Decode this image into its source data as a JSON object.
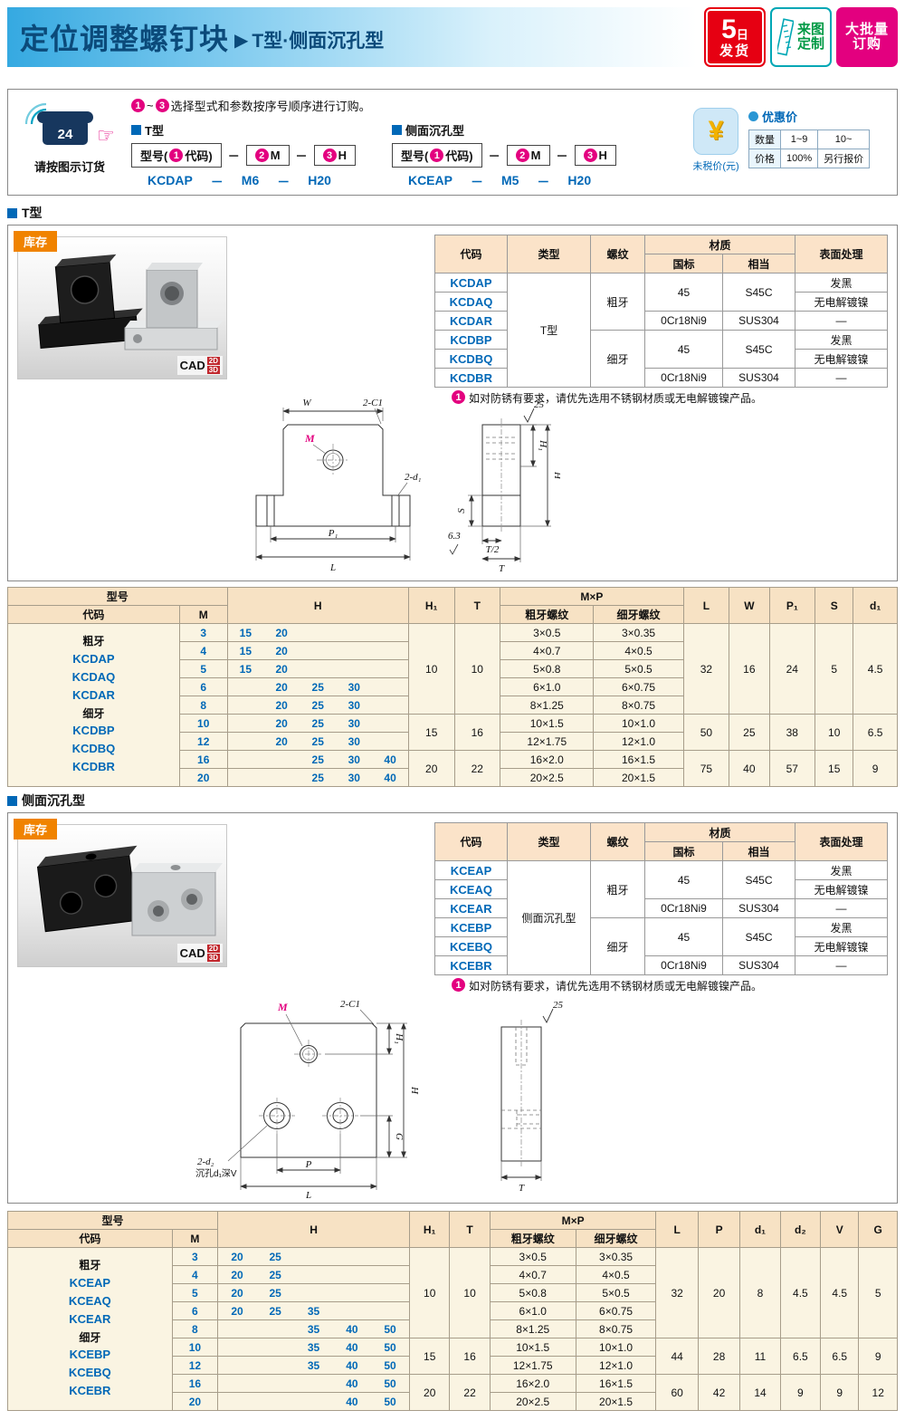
{
  "header": {
    "title": "定位调整螺钉块",
    "arrow": "▶",
    "subtitle": "T型·侧面沉孔型",
    "badges": {
      "ship_num": "5",
      "ship_day": "日",
      "ship_label": "发货",
      "custom_line1": "来图",
      "custom_line2": "定制",
      "bulk_line1": "大批量",
      "bulk_line2": "订购"
    }
  },
  "order": {
    "phone_24": "24",
    "phone_label": "请按图示订货",
    "c1": "1",
    "c2": "2",
    "c3": "3",
    "tilde": "~",
    "instruction": "选择型式和参数按序号顺序进行订购。",
    "t_label": "T型",
    "side_label": "侧面沉孔型",
    "formula_model_pre": "型号(",
    "formula_model_mid": "代码)",
    "formula_m": "M",
    "formula_h": "H",
    "dash": "－",
    "t_example": {
      "code": "KCDAP",
      "m": "M6",
      "h": "H20"
    },
    "side_example": {
      "code": "KCEAP",
      "m": "M5",
      "h": "H20"
    },
    "yen": "¥",
    "untaxed": "未税价(元)",
    "discount": "优惠价",
    "price_table": {
      "qty_label": "数量",
      "qty1": "1~9",
      "qty2": "10~",
      "price_label": "价格",
      "price1": "100%",
      "price2": "另行报价"
    }
  },
  "stock_label": "库存",
  "cad": {
    "label": "CAD",
    "d2": "2D",
    "d3": "3D"
  },
  "note_num": "1",
  "note": "如对防锈有要求，请优先选用不锈钢材质或无电解镀镍产品。",
  "sections": {
    "t_heading": "T型",
    "side_heading": "侧面沉孔型"
  },
  "spec_headers": {
    "code": "代码",
    "type": "类型",
    "thread": "螺纹",
    "material": "材质",
    "gb": "国标",
    "equiv": "相当",
    "surface": "表面处理"
  },
  "spec1": {
    "type": "T型",
    "coarse": "粗牙",
    "fine": "细牙",
    "mat_a_gb": "45",
    "mat_a_eq": "S45C",
    "mat_b_gb": "0Cr18Ni9",
    "mat_b_eq": "SUS304",
    "rows": [
      {
        "code": "KCDAP",
        "surface": "发黑"
      },
      {
        "code": "KCDAQ",
        "surface": "无电解镀镍"
      },
      {
        "code": "KCDAR",
        "surface": "—"
      },
      {
        "code": "KCDBP",
        "surface": "发黑"
      },
      {
        "code": "KCDBQ",
        "surface": "无电解镀镍"
      },
      {
        "code": "KCDBR",
        "surface": "—"
      }
    ]
  },
  "spec2": {
    "type": "侧面沉孔型",
    "coarse": "粗牙",
    "fine": "细牙",
    "mat_a_gb": "45",
    "mat_a_eq": "S45C",
    "mat_b_gb": "0Cr18Ni9",
    "mat_b_eq": "SUS304",
    "rows": [
      {
        "code": "KCEAP",
        "surface": "发黑"
      },
      {
        "code": "KCEAQ",
        "surface": "无电解镀镍"
      },
      {
        "code": "KCEAR",
        "surface": "—"
      },
      {
        "code": "KCEBP",
        "surface": "发黑"
      },
      {
        "code": "KCEBQ",
        "surface": "无电解镀镍"
      },
      {
        "code": "KCEBR",
        "surface": "—"
      }
    ]
  },
  "drawing1": {
    "w": "W",
    "c1": "2-C1",
    "m": "M",
    "d1": "2-d₁",
    "p1": "P₁",
    "l": "L",
    "h1": "H₁",
    "h": "H",
    "s": "S",
    "t_half": "T/2",
    "t": "T",
    "rough_top": "25",
    "rough_side": "6.3"
  },
  "drawing2": {
    "m": "M",
    "c1": "2-C1",
    "h1": "H₁",
    "h": "H",
    "g": "G",
    "p": "P",
    "l": "L",
    "d2": "2-d₂",
    "cbore": "沉孔d₁深V",
    "t": "T",
    "rough_top": "25"
  },
  "dim_headers": {
    "model": "型号",
    "code": "代码",
    "m": "M",
    "h": "H",
    "h1": "H₁",
    "t": "T",
    "mxp": "M×P",
    "coarse_col": "粗牙螺纹",
    "fine_col": "细牙螺纹",
    "l": "L",
    "w": "W",
    "p1": "P₁",
    "s": "S",
    "d1": "d₁",
    "p": "P",
    "d2": "d₂",
    "v": "V",
    "g": "G"
  },
  "dim1": {
    "code_lines": [
      "粗牙",
      "KCDAP",
      "KCDAQ",
      "KCDAR",
      "细牙",
      "KCDBP",
      "KCDBQ",
      "KCDBR"
    ],
    "rows": [
      {
        "m": "3",
        "h": [
          "15",
          "20",
          "",
          "",
          ""
        ],
        "coarse": "3×0.5",
        "fine": "3×0.35"
      },
      {
        "m": "4",
        "h": [
          "15",
          "20",
          "",
          "",
          ""
        ],
        "coarse": "4×0.7",
        "fine": "4×0.5"
      },
      {
        "m": "5",
        "h": [
          "15",
          "20",
          "",
          "",
          ""
        ],
        "coarse": "5×0.8",
        "fine": "5×0.5"
      },
      {
        "m": "6",
        "h": [
          "",
          "20",
          "25",
          "30",
          ""
        ],
        "coarse": "6×1.0",
        "fine": "6×0.75"
      },
      {
        "m": "8",
        "h": [
          "",
          "20",
          "25",
          "30",
          ""
        ],
        "coarse": "8×1.25",
        "fine": "8×0.75"
      },
      {
        "m": "10",
        "h": [
          "",
          "20",
          "25",
          "30",
          ""
        ],
        "coarse": "10×1.5",
        "fine": "10×1.0"
      },
      {
        "m": "12",
        "h": [
          "",
          "20",
          "25",
          "30",
          ""
        ],
        "coarse": "12×1.75",
        "fine": "12×1.0"
      },
      {
        "m": "16",
        "h": [
          "",
          "",
          "25",
          "30",
          "40"
        ],
        "coarse": "16×2.0",
        "fine": "16×1.5"
      },
      {
        "m": "20",
        "h": [
          "",
          "",
          "25",
          "30",
          "40"
        ],
        "coarse": "20×2.5",
        "fine": "20×1.5"
      }
    ],
    "group_cols": [
      "h1",
      "t"
    ],
    "tail_cols": [
      "l",
      "w",
      "p1",
      "s",
      "d1"
    ],
    "groups": [
      {
        "span": 5,
        "h1": "10",
        "t": "10",
        "l": "32",
        "w": "16",
        "p1": "24",
        "s": "5",
        "d1": "4.5"
      },
      {
        "span": 2,
        "h1": "15",
        "t": "16",
        "l": "50",
        "w": "25",
        "p1": "38",
        "s": "10",
        "d1": "6.5"
      },
      {
        "span": 2,
        "h1": "20",
        "t": "22",
        "l": "75",
        "w": "40",
        "p1": "57",
        "s": "15",
        "d1": "9"
      }
    ]
  },
  "dim2": {
    "code_lines": [
      "粗牙",
      "KCEAP",
      "KCEAQ",
      "KCEAR",
      "细牙",
      "KCEBP",
      "KCEBQ",
      "KCEBR"
    ],
    "rows": [
      {
        "m": "3",
        "h": [
          "20",
          "25",
          "",
          "",
          ""
        ],
        "coarse": "3×0.5",
        "fine": "3×0.35"
      },
      {
        "m": "4",
        "h": [
          "20",
          "25",
          "",
          "",
          ""
        ],
        "coarse": "4×0.7",
        "fine": "4×0.5"
      },
      {
        "m": "5",
        "h": [
          "20",
          "25",
          "",
          "",
          ""
        ],
        "coarse": "5×0.8",
        "fine": "5×0.5"
      },
      {
        "m": "6",
        "h": [
          "20",
          "25",
          "35",
          "",
          ""
        ],
        "coarse": "6×1.0",
        "fine": "6×0.75"
      },
      {
        "m": "8",
        "h": [
          "",
          "",
          "35",
          "40",
          "50"
        ],
        "coarse": "8×1.25",
        "fine": "8×0.75"
      },
      {
        "m": "10",
        "h": [
          "",
          "",
          "35",
          "40",
          "50"
        ],
        "coarse": "10×1.5",
        "fine": "10×1.0"
      },
      {
        "m": "12",
        "h": [
          "",
          "",
          "35",
          "40",
          "50"
        ],
        "coarse": "12×1.75",
        "fine": "12×1.0"
      },
      {
        "m": "16",
        "h": [
          "",
          "",
          "",
          "40",
          "50"
        ],
        "coarse": "16×2.0",
        "fine": "16×1.5"
      },
      {
        "m": "20",
        "h": [
          "",
          "",
          "",
          "40",
          "50"
        ],
        "coarse": "20×2.5",
        "fine": "20×1.5"
      }
    ],
    "group_cols": [
      "h1",
      "t"
    ],
    "tail_cols": [
      "l",
      "p",
      "d1",
      "d2",
      "v",
      "g"
    ],
    "groups": [
      {
        "span": 5,
        "h1": "10",
        "t": "10",
        "l": "32",
        "p": "20",
        "d1": "8",
        "d2": "4.5",
        "v": "4.5",
        "g": "5"
      },
      {
        "span": 2,
        "h1": "15",
        "t": "16",
        "l": "44",
        "p": "28",
        "d1": "11",
        "d2": "6.5",
        "v": "6.5",
        "g": "9"
      },
      {
        "span": 2,
        "h1": "20",
        "t": "22",
        "l": "60",
        "p": "42",
        "d1": "14",
        "d2": "9",
        "v": "9",
        "g": "12"
      }
    ]
  }
}
